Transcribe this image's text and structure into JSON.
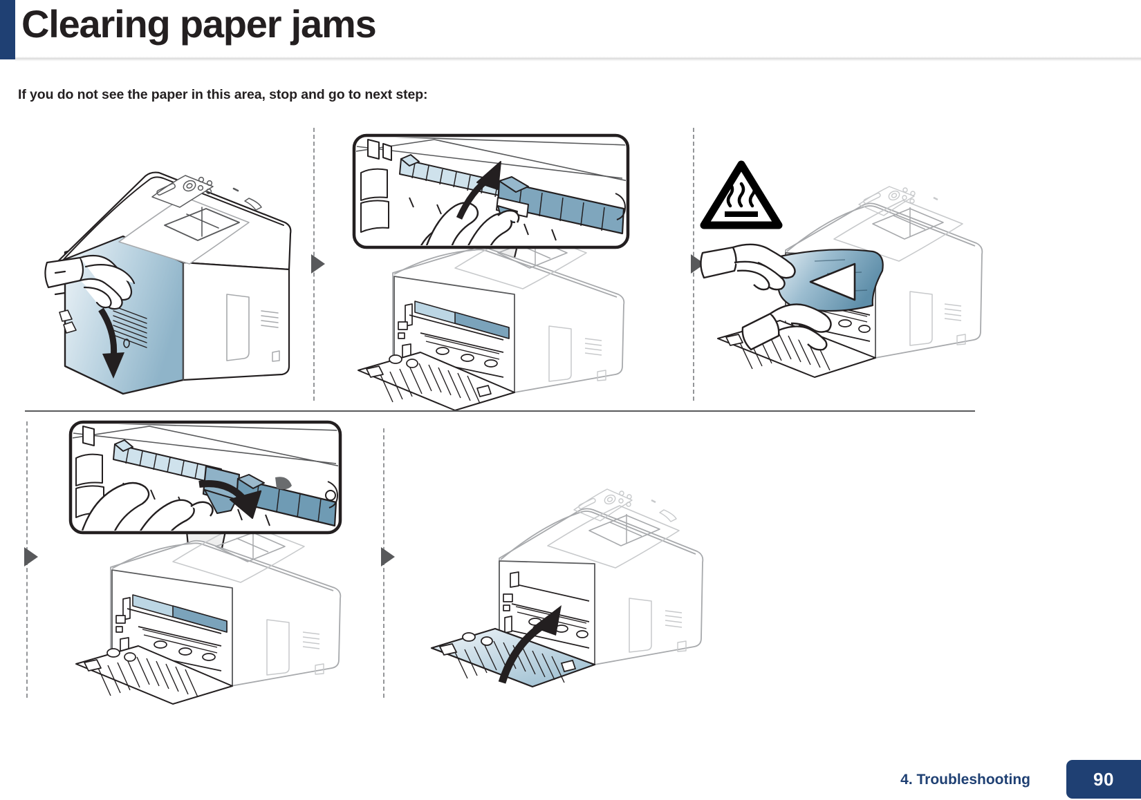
{
  "document": {
    "title": "Clearing paper jams",
    "intro": "If you do not see the paper in this area, stop and go to next step:",
    "accent_color": "#1f4073",
    "illustration_blue": "#6d97b4",
    "illustration_line": "#231f20"
  },
  "footer": {
    "section": "4. Troubleshooting",
    "page_number": "90"
  },
  "steps": [
    {
      "id": "step-1",
      "name": "open-rear-cover",
      "row": 1,
      "icons": [
        "printer-illustration",
        "hand-icon",
        "curved-arrow-down-icon"
      ],
      "caption": ""
    },
    {
      "id": "step-2",
      "name": "lift-fuser-guide",
      "row": 1,
      "icons": [
        "callout-inset",
        "printer-illustration",
        "hand-icon",
        "curved-arrow-up-icon"
      ],
      "caption": ""
    },
    {
      "id": "step-3",
      "name": "pull-jammed-paper-out",
      "row": 1,
      "icons": [
        "hot-surface-warning-icon",
        "printer-illustration",
        "hand-icon",
        "straight-arrow-left-icon",
        "jammed-paper"
      ],
      "caption": ""
    },
    {
      "id": "step-4",
      "name": "lower-fuser-guide",
      "row": 2,
      "icons": [
        "callout-inset",
        "printer-illustration",
        "hand-icon",
        "curved-arrow-down-icon"
      ],
      "caption": ""
    },
    {
      "id": "step-5",
      "name": "close-rear-cover",
      "row": 2,
      "icons": [
        "printer-illustration",
        "curved-arrow-up-icon"
      ],
      "caption": ""
    }
  ],
  "separators": [
    {
      "name": "step-separator-1",
      "arrow": "triangle-right-icon"
    },
    {
      "name": "step-separator-2",
      "arrow": "triangle-right-icon"
    },
    {
      "name": "step-separator-3",
      "arrow": "triangle-right-icon"
    },
    {
      "name": "step-separator-4",
      "arrow": "triangle-right-icon"
    }
  ]
}
